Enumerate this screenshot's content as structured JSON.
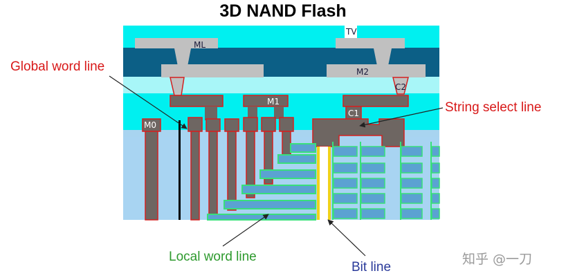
{
  "title": "3D NAND Flash",
  "labels": {
    "global_word_line": "Global word line",
    "string_select_line": "String select line",
    "local_word_line": "Local word line",
    "bit_line": "Bit line"
  },
  "layer_tags": {
    "tv": "TV",
    "ml": "ML",
    "m2": "M2",
    "c2": "C2",
    "m1": "M1",
    "c1": "C1",
    "m0": "M0"
  },
  "watermark": "知乎 @一刀",
  "colors": {
    "cyan": "#00f0f0",
    "dark_teal": "#0c5f86",
    "light_cyan": "#a8f6f8",
    "metal_gray": "#c0c0c0",
    "contact_brown": "#6e6662",
    "contact_outline": "#d42020",
    "stack_blue": "#a8d4f2",
    "wordline_green": "#38e07a",
    "wordline_fill": "#5ba2d2",
    "bitline_yellow": "#f0d21c"
  }
}
